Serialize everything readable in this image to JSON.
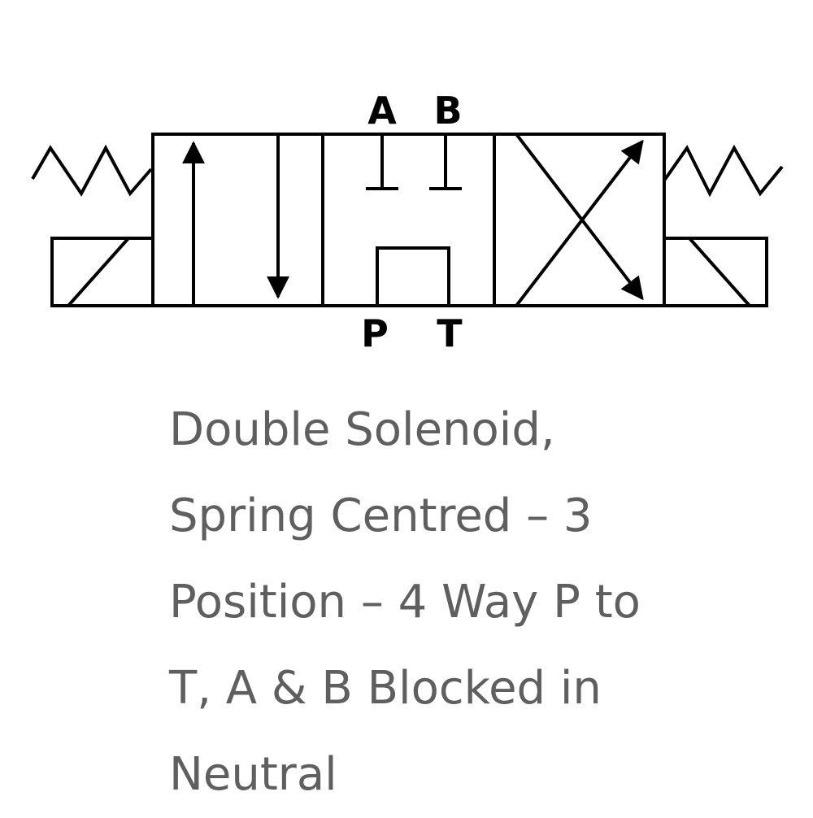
{
  "ports": {
    "a": "A",
    "b": "B",
    "p": "P",
    "t": "T"
  },
  "caption": {
    "lines": [
      "Double Solenoid,",
      "Spring Centred – 3",
      "Position – 4 Way P to",
      "T, A & B Blocked in",
      "Neutral"
    ]
  },
  "colors": {
    "diagram_stroke": "#000000",
    "caption_text": "#5f5f5f",
    "background": "#ffffff"
  },
  "icons": {
    "left_actuator": "solenoid-icon",
    "right_actuator": "solenoid-icon",
    "left_return": "spring-icon",
    "right_return": "spring-icon"
  }
}
